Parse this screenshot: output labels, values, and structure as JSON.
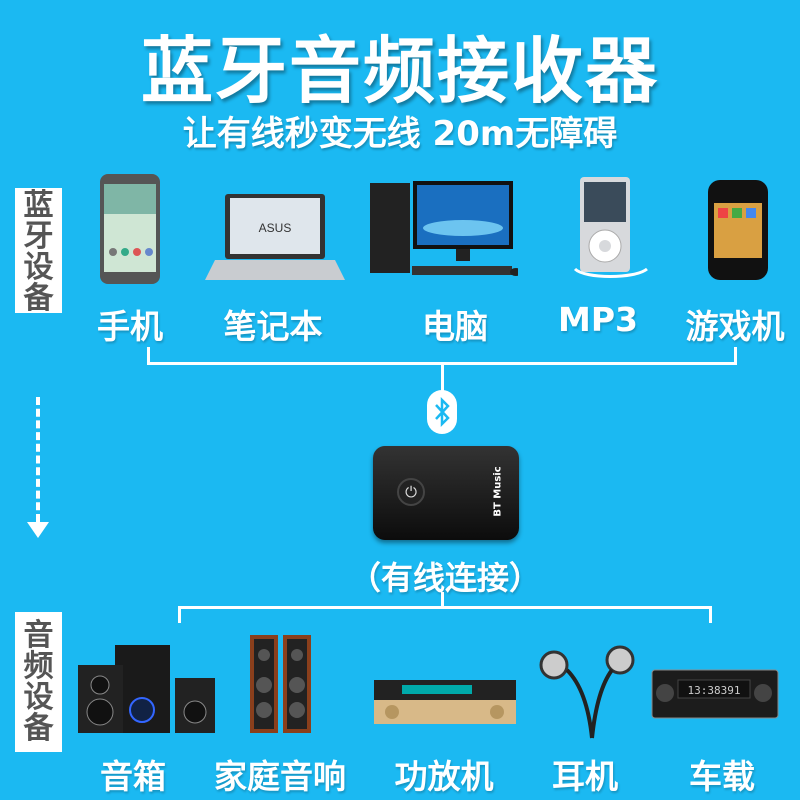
{
  "header": {
    "title": "蓝牙音频接收器",
    "subtitle": "让有线秒变无线  20m无障碍"
  },
  "side_labels": {
    "bluetooth_devices": "蓝牙设备",
    "audio_devices": "音频设备"
  },
  "source_devices": [
    {
      "label": "手机"
    },
    {
      "label": "笔记本"
    },
    {
      "label": "电脑"
    },
    {
      "label": "MP3"
    },
    {
      "label": "游戏机"
    }
  ],
  "receiver": {
    "brand_text": "BT Music",
    "icon": "bluetooth-icon",
    "connection_label": "（有线连接）"
  },
  "laptop_logo": "ASUS",
  "output_devices": [
    {
      "label": "音箱"
    },
    {
      "label": "家庭音响"
    },
    {
      "label": "功放机"
    },
    {
      "label": "耳机"
    },
    {
      "label": "车载"
    }
  ],
  "car_display": "13:38391",
  "colors": {
    "background": "#1bb9f2",
    "text": "#ffffff",
    "side_label_text": "#555555"
  }
}
